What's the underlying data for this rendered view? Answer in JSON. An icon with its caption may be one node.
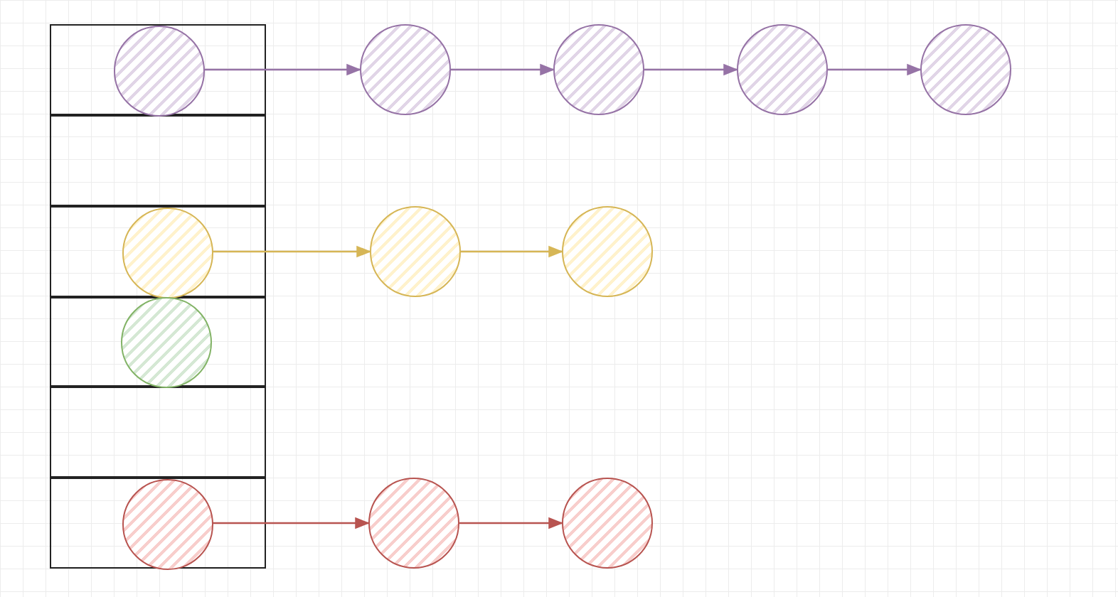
{
  "diagram": {
    "nodes": [
      {
        "text": [],
        "shape": "box"
      },
      {
        "text": [],
        "shape": "box"
      },
      {
        "text": [],
        "shape": "box"
      },
      {
        "text": [],
        "shape": "box"
      },
      {
        "text": [],
        "shape": "box"
      },
      {
        "text": [],
        "shape": "box"
      },
      {
        "text": [],
        "shape": "circle",
        "in": 0
      },
      {
        "text": [],
        "shape": "circle"
      },
      {
        "text": [],
        "shape": "circle"
      },
      {
        "text": [],
        "shape": "circle"
      },
      {
        "text": [],
        "shape": "circle"
      },
      {
        "text": [],
        "shape": "circle",
        "in": 2
      },
      {
        "text": [],
        "shape": "circle"
      },
      {
        "text": [],
        "shape": "circle"
      },
      {
        "text": [],
        "shape": "circle",
        "in": 3
      },
      {
        "text": [],
        "shape": "circle",
        "in": 5
      },
      {
        "text": [],
        "shape": "circle"
      },
      {
        "text": [],
        "shape": "circle"
      }
    ],
    "edges": [
      {
        "from": 6,
        "to": 7,
        "arrow": "to"
      },
      {
        "from": 7,
        "to": 8,
        "arrow": "to"
      },
      {
        "from": 8,
        "to": 9,
        "arrow": "to"
      },
      {
        "from": 9,
        "to": 10,
        "arrow": "to"
      },
      {
        "from": 11,
        "to": 12,
        "arrow": "to",
        "color": "#d6b656"
      },
      {
        "from": 12,
        "to": 13,
        "arrow": "to",
        "color": "#d6b656"
      },
      {
        "from": 15,
        "to": 16,
        "arrow": "to",
        "color": "#b85450"
      },
      {
        "from": 16,
        "to": 17,
        "arrow": "to",
        "color": "#b85450"
      }
    ]
  }
}
